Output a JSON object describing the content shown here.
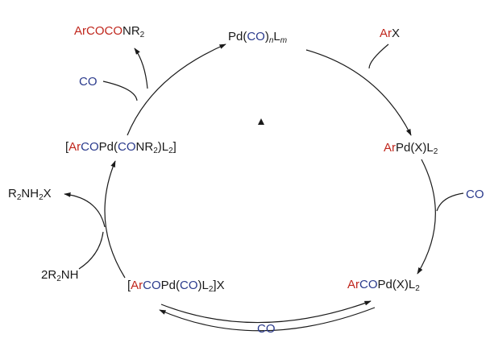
{
  "diagram": {
    "colors": {
      "black": "#1a1a1a",
      "red": "#c0261c",
      "blue": "#2a3a8c"
    },
    "species": {
      "pd_catalyst": [
        {
          "t": "Pd(",
          "c": "black"
        },
        {
          "t": "CO",
          "c": "blue"
        },
        {
          "t": ")",
          "c": "black"
        },
        {
          "t": "n",
          "c": "black",
          "sub": true,
          "i": true
        },
        {
          "t": "L",
          "c": "black"
        },
        {
          "t": "m",
          "c": "black",
          "sub": true,
          "i": true
        }
      ],
      "aryl_halide": [
        {
          "t": "Ar",
          "c": "red"
        },
        {
          "t": "X",
          "c": "black"
        }
      ],
      "arpdxl2": [
        {
          "t": "Ar",
          "c": "red"
        },
        {
          "t": "Pd(X)L",
          "c": "black"
        },
        {
          "t": "2",
          "c": "black",
          "sub": true
        }
      ],
      "co_insertion": [
        {
          "t": "CO",
          "c": "blue"
        }
      ],
      "arcopdxl2": [
        {
          "t": "Ar",
          "c": "red"
        },
        {
          "t": "CO",
          "c": "blue"
        },
        {
          "t": "Pd(X)L",
          "c": "black"
        },
        {
          "t": "2",
          "c": "black",
          "sub": true
        }
      ],
      "co_bottom": [
        {
          "t": "CO",
          "c": "blue"
        }
      ],
      "arcopd_co_x": [
        {
          "t": "[",
          "c": "black"
        },
        {
          "t": "Ar",
          "c": "red"
        },
        {
          "t": "CO",
          "c": "blue"
        },
        {
          "t": "Pd(",
          "c": "black"
        },
        {
          "t": "CO",
          "c": "blue"
        },
        {
          "t": ")L",
          "c": "black"
        },
        {
          "t": "2",
          "c": "black",
          "sub": true
        },
        {
          "t": "]X",
          "c": "black"
        }
      ],
      "amine": [
        {
          "t": "2R",
          "c": "black"
        },
        {
          "t": "2",
          "c": "black",
          "sub": true
        },
        {
          "t": "NH",
          "c": "black"
        }
      ],
      "ammonium_salt": [
        {
          "t": "R",
          "c": "black"
        },
        {
          "t": "2",
          "c": "black",
          "sub": true
        },
        {
          "t": "NH",
          "c": "black"
        },
        {
          "t": "2",
          "c": "black",
          "sub": true
        },
        {
          "t": "X",
          "c": "black"
        }
      ],
      "arcopd_conr2": [
        {
          "t": "[",
          "c": "black"
        },
        {
          "t": "Ar",
          "c": "red"
        },
        {
          "t": "CO",
          "c": "blue"
        },
        {
          "t": "Pd(",
          "c": "black"
        },
        {
          "t": "CO",
          "c": "blue"
        },
        {
          "t": "NR",
          "c": "black"
        },
        {
          "t": "2",
          "c": "black",
          "sub": true
        },
        {
          "t": ")L",
          "c": "black"
        },
        {
          "t": "2",
          "c": "black",
          "sub": true
        },
        {
          "t": "]",
          "c": "black"
        }
      ],
      "co_top": [
        {
          "t": "CO",
          "c": "blue"
        }
      ],
      "product": [
        {
          "t": "Ar",
          "c": "red"
        },
        {
          "t": "COCO",
          "c": "red"
        },
        {
          "t": "NR",
          "c": "black"
        },
        {
          "t": "2",
          "c": "black",
          "sub": true
        }
      ]
    }
  }
}
